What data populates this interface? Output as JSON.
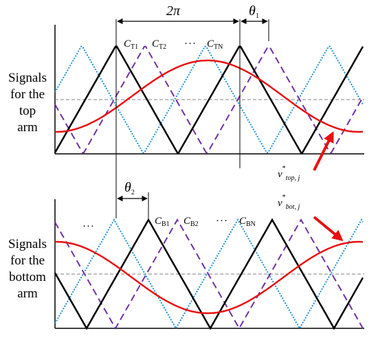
{
  "period_label": "2π",
  "theta1": {
    "symbol": "θ",
    "sub": "1"
  },
  "theta2": {
    "symbol": "θ",
    "sub": "2"
  },
  "top": {
    "side_label": [
      "Signals",
      "for the",
      "top",
      "arm"
    ],
    "carriers": [
      {
        "c": "C",
        "sub": "T1"
      },
      {
        "c": "C",
        "sub": "T2"
      },
      {
        "dots": "···"
      },
      {
        "c": "C",
        "sub": "TN"
      }
    ],
    "reference": {
      "v": "v",
      "sup": "*",
      "sub": "top, j"
    }
  },
  "bottom": {
    "side_label": [
      "Signals",
      "for the",
      "bottom",
      "arm"
    ],
    "carriers": [
      {
        "dots": "···"
      },
      {
        "c": "C",
        "sub": "B1"
      },
      {
        "c": "C",
        "sub": "B2"
      },
      {
        "dots": "···"
      },
      {
        "c": "C",
        "sub": "BN"
      }
    ],
    "reference": {
      "v": "v",
      "sup": "*",
      "sub": "bot, j"
    }
  },
  "colors": {
    "carrier_1": "#000000",
    "carrier_2": "#7030a0",
    "carrier_n": "#1f8fd0",
    "reference": "#e81010",
    "arrow": "#e81010",
    "midline": "#808080"
  }
}
